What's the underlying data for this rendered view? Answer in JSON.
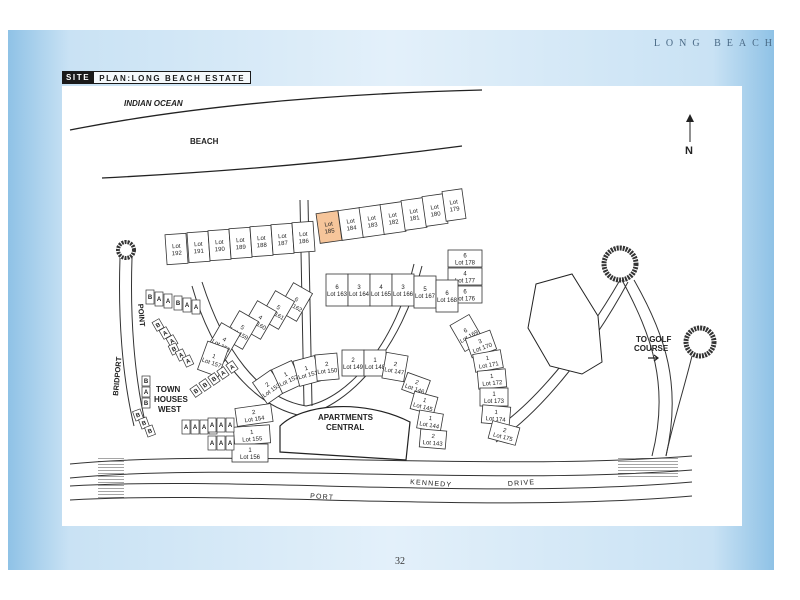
{
  "header": {
    "title": "LONG BEACH",
    "site_tag": "SITE",
    "site_text": "PLAN:LONG BEACH ESTATE"
  },
  "page_number": "32",
  "colors": {
    "frame": "#c9e2f4",
    "highlight_lot": "#f6c59a",
    "lines": "#333333",
    "road_hatch": "#555555"
  },
  "icons": {
    "north": "north-arrow-icon",
    "direction": "arrow-right-icon"
  },
  "labels": {
    "ocean": "INDIAN OCEAN",
    "beach": "BEACH",
    "north": "N",
    "golf_line1": "TO GOLF",
    "golf_line2": "COURSE",
    "apartments_line1": "APARTMENTS",
    "apartments_line2": "CENTRAL",
    "townhouses_line1": "TOWN",
    "townhouses_line2": "HOUSES",
    "townhouses_line3": "WEST",
    "bridport": "BRIDPORT",
    "point": "POINT",
    "port": "PORT",
    "kennedy": "KENNEDY",
    "drive": "DRIVE"
  },
  "highlighted_lot": "185",
  "lots": [
    {
      "a": "Lot",
      "b": "192"
    },
    {
      "a": "Lot",
      "b": "191"
    },
    {
      "a": "Lot",
      "b": "190"
    },
    {
      "a": "Lot",
      "b": "189"
    },
    {
      "a": "Lot",
      "b": "188"
    },
    {
      "a": "Lot",
      "b": "187"
    },
    {
      "a": "Lot",
      "b": "186"
    },
    {
      "a": "Lot",
      "b": "185"
    },
    {
      "a": "Lot",
      "b": "184"
    },
    {
      "a": "Lot",
      "b": "183"
    },
    {
      "a": "Lot",
      "b": "182"
    },
    {
      "a": "Lot",
      "b": "181"
    },
    {
      "a": "Lot",
      "b": "180"
    },
    {
      "a": "Lot",
      "b": "179"
    },
    {
      "a": "6",
      "b": "Lot 178"
    },
    {
      "a": "4",
      "b": "Lot 177"
    },
    {
      "a": "6",
      "b": "Lot 176"
    },
    {
      "a": "6",
      "b": "Lot 163"
    },
    {
      "a": "3",
      "b": "Lot 164"
    },
    {
      "a": "4",
      "b": "Lot 165"
    },
    {
      "a": "3",
      "b": "Lot 166"
    },
    {
      "a": "5",
      "b": "Lot 167"
    },
    {
      "a": "6",
      "b": "Lot 168"
    },
    {
      "a": "6",
      "b": "Lot 162"
    },
    {
      "a": "5",
      "b": "Lot 161"
    },
    {
      "a": "4",
      "b": "Lot 160"
    },
    {
      "a": "5",
      "b": "Lot 159"
    },
    {
      "a": "4",
      "b": "Lot 158"
    },
    {
      "a": "1",
      "b": "Lot 157"
    },
    {
      "a": "2",
      "b": "Lot 153"
    },
    {
      "a": "1",
      "b": "Lot 152"
    },
    {
      "a": "1",
      "b": "Lot 151"
    },
    {
      "a": "2",
      "b": "Lot 150"
    },
    {
      "a": "2",
      "b": "Lot 149"
    },
    {
      "a": "1",
      "b": "Lot 148"
    },
    {
      "a": "2",
      "b": "Lot 147"
    },
    {
      "a": "2",
      "b": "Lot 154"
    },
    {
      "a": "1",
      "b": "Lot 155"
    },
    {
      "a": "1",
      "b": "Lot 156"
    },
    {
      "a": "6",
      "b": "Lot 169"
    },
    {
      "a": "3",
      "b": "Lot 170"
    },
    {
      "a": "1",
      "b": "Lot 171"
    },
    {
      "a": "1",
      "b": "Lot 172"
    },
    {
      "a": "1",
      "b": "Lot 173"
    },
    {
      "a": "1",
      "b": "Lot 174"
    },
    {
      "a": "2",
      "b": "Lot 175"
    },
    {
      "a": "2",
      "b": "Lot 146"
    },
    {
      "a": "1",
      "b": "Lot 145"
    },
    {
      "a": "1",
      "b": "Lot 144"
    },
    {
      "a": "2",
      "b": "Lot 143"
    }
  ],
  "townhouse_blocks": [
    "B",
    "A",
    "A",
    "B",
    "A",
    "A",
    "B",
    "A",
    "A",
    "B",
    "A",
    "A",
    "B",
    "A",
    "B",
    "B",
    "B",
    "B",
    "B",
    "B",
    "B",
    "A",
    "A",
    "A",
    "A",
    "A",
    "A",
    "A",
    "A",
    "A",
    "A",
    "A",
    "A"
  ]
}
